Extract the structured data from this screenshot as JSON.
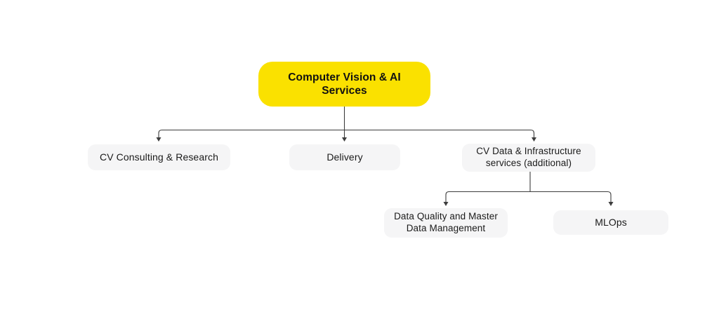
{
  "diagram": {
    "type": "org-chart",
    "root": {
      "id": "cv-ai-services",
      "label": "Computer Vision & AI Services"
    },
    "level1": [
      {
        "id": "cv-consulting-research",
        "label": "CV Consulting & Research",
        "parent": "cv-ai-services"
      },
      {
        "id": "delivery",
        "label": "Delivery",
        "parent": "cv-ai-services"
      },
      {
        "id": "cv-data-infrastructure",
        "label": "CV Data & Infrastructure services (additional)",
        "parent": "cv-ai-services"
      }
    ],
    "level2": [
      {
        "id": "data-quality-mdm",
        "label": "Data Quality and Master Data Management",
        "parent": "cv-data-infrastructure"
      },
      {
        "id": "mlops",
        "label": "MLOps",
        "parent": "cv-data-infrastructure"
      }
    ],
    "colors": {
      "root_node_bg": "#FAE100",
      "child_node_bg": "#F5F5F6",
      "connector_line": "#3D3D3D",
      "text": "#1A1A1A",
      "background": "#FFFFFF"
    }
  }
}
